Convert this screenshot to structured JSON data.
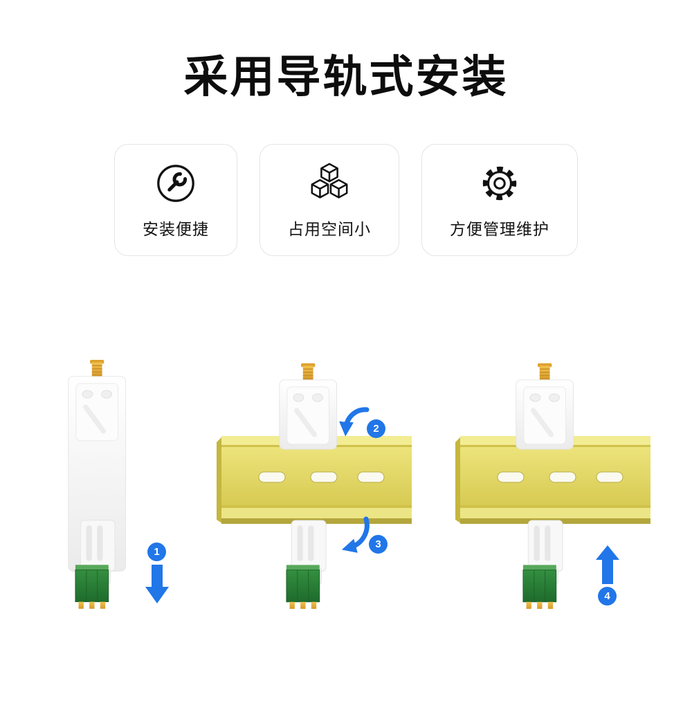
{
  "page": {
    "title": "采用导轨式安装"
  },
  "features": {
    "cards": [
      {
        "label": "安装便捷",
        "icon": "wrench-circle-icon"
      },
      {
        "label": "占用空间小",
        "icon": "stacked-cubes-icon"
      },
      {
        "label": "方便管理维护",
        "icon": "gear-icon"
      }
    ]
  },
  "steps": {
    "badges": [
      {
        "number": "1",
        "arrow": "down"
      },
      {
        "number": "2",
        "arrow": "curved"
      },
      {
        "number": "3",
        "arrow": "curved"
      },
      {
        "number": "4",
        "arrow": "up"
      }
    ]
  },
  "colors": {
    "accent_blue": "#2176e8",
    "rail_yellow": "#e2d75e",
    "terminal_green": "#2e8b3a",
    "connector_gold": "#e2a72e",
    "card_border": "#e4e4e4"
  }
}
